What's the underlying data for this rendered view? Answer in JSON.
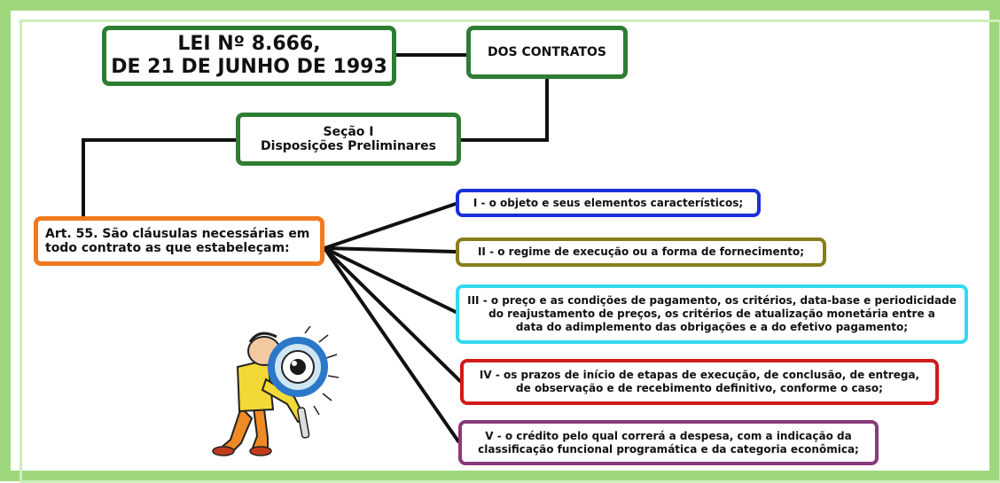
{
  "law": {
    "line1": "LEI Nº 8.666,",
    "line2": "DE 21 DE JUNHO DE 1993"
  },
  "chapter": {
    "label": "DOS CONTRATOS"
  },
  "section": {
    "line1": "Seção I",
    "line2": "Disposições Preliminares"
  },
  "article": {
    "line1": "Art. 55.  São cláusulas necessárias em",
    "line2": "todo contrato as que estabeleçam:"
  },
  "items": [
    {
      "lines": [
        "I - o objeto e seus elementos característicos;"
      ],
      "color": "#1a2fd6"
    },
    {
      "lines": [
        "II - o regime de execução ou a forma de fornecimento;"
      ],
      "color": "#857d1c"
    },
    {
      "lines": [
        "III - o preço e as condições de pagamento, os critérios, data-base e periodicidade",
        "do reajustamento de preços, os critérios de atualização monetária entre a",
        "data do adimplemento das obrigações e a do efetivo pagamento;"
      ],
      "color": "#33d9ee"
    },
    {
      "lines": [
        "IV - os prazos de início de etapas de execução, de conclusão, de entrega,",
        "de observação e de recebimento definitivo, conforme o caso;"
      ],
      "color": "#d21a1a"
    },
    {
      "lines": [
        "V - o crédito pelo qual correrá a despesa, com a indicação da",
        "classificação funcional programática e da categoria econômica;"
      ],
      "color": "#8a3a78"
    }
  ],
  "colors": {
    "frame": "#9fd87c",
    "title_border": "#2e7d32",
    "article_border": "#f07a1e"
  },
  "illustration": {
    "icon": "magnifying-glass-investigator-icon"
  }
}
